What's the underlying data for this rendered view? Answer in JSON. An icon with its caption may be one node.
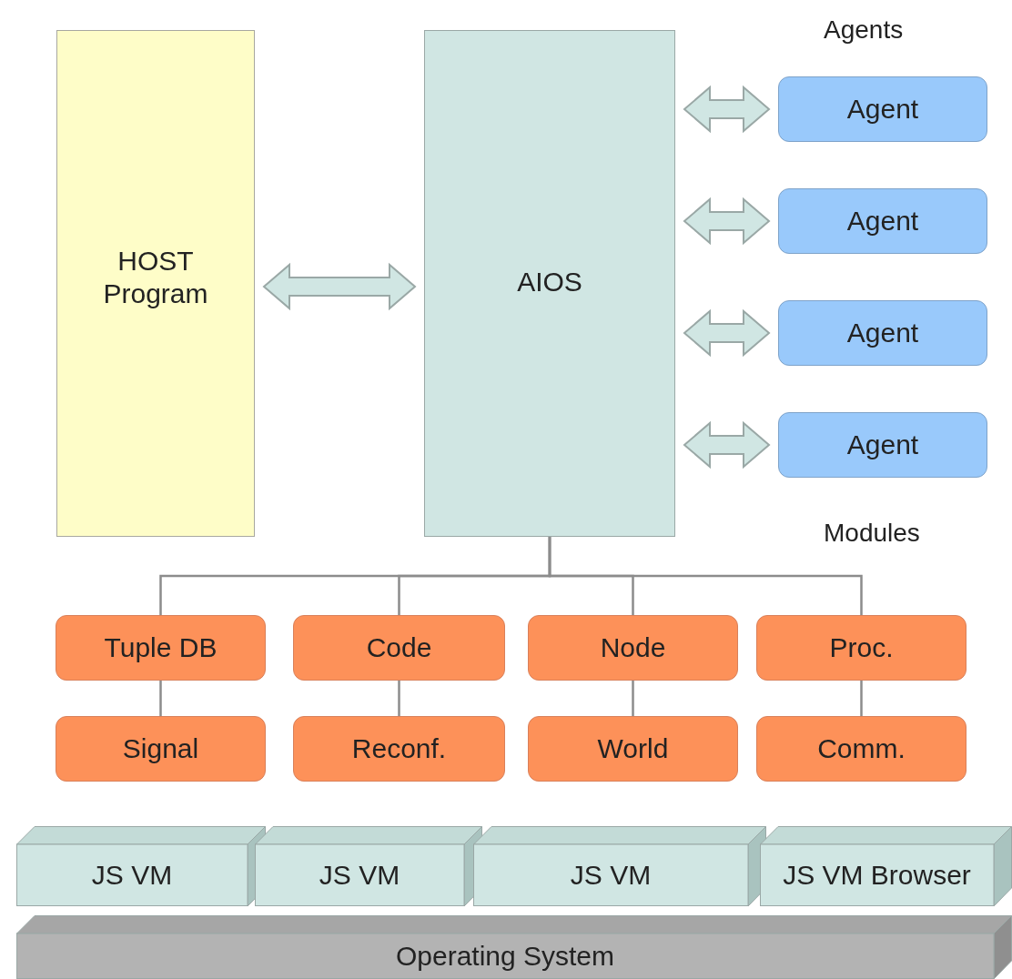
{
  "diagram": {
    "nodes": [
      {
        "text": [
          "HOST Program"
        ]
      },
      {
        "text": [
          "AIOS"
        ]
      },
      {
        "text": [
          "Agent"
        ]
      },
      {
        "text": [
          "Agent"
        ]
      },
      {
        "text": [
          "Agent"
        ]
      },
      {
        "text": [
          "Agent"
        ]
      },
      {
        "text": [
          "Tuple DB"
        ]
      },
      {
        "text": [
          "Code"
        ]
      },
      {
        "text": [
          "Node"
        ]
      },
      {
        "text": [
          "Proc."
        ]
      },
      {
        "text": [
          "Signal"
        ]
      },
      {
        "text": [
          "Reconf."
        ]
      },
      {
        "text": [
          "World"
        ]
      },
      {
        "text": [
          "Comm."
        ]
      },
      {
        "text": [
          "JS VM"
        ]
      },
      {
        "text": [
          "JS VM"
        ]
      },
      {
        "text": [
          "JS VM"
        ]
      },
      {
        "text": [
          "JS VM Browser"
        ]
      },
      {
        "text": [
          "Operating System"
        ]
      }
    ],
    "edges": [
      {
        "from": 0,
        "to": 1,
        "arrow": "both",
        "style": "thick"
      },
      {
        "from": 1,
        "to": 2,
        "arrow": "both",
        "style": "thick"
      },
      {
        "from": 1,
        "to": 3,
        "arrow": "both",
        "style": "thick"
      },
      {
        "from": 1,
        "to": 4,
        "arrow": "both",
        "style": "thick"
      },
      {
        "from": 1,
        "to": 5,
        "arrow": "both",
        "style": "thick"
      },
      {
        "from": 1,
        "to": 6,
        "arrow": "none"
      },
      {
        "from": 1,
        "to": 7,
        "arrow": "none"
      },
      {
        "from": 1,
        "to": 8,
        "arrow": "none"
      },
      {
        "from": 1,
        "to": 9,
        "arrow": "none"
      },
      {
        "from": 6,
        "to": 10,
        "arrow": "none"
      },
      {
        "from": 7,
        "to": 11,
        "arrow": "none"
      },
      {
        "from": 8,
        "to": 12,
        "arrow": "none"
      },
      {
        "from": 9,
        "to": 13,
        "arrow": "none"
      }
    ],
    "labels": [
      "Agents",
      "Modules"
    ]
  }
}
